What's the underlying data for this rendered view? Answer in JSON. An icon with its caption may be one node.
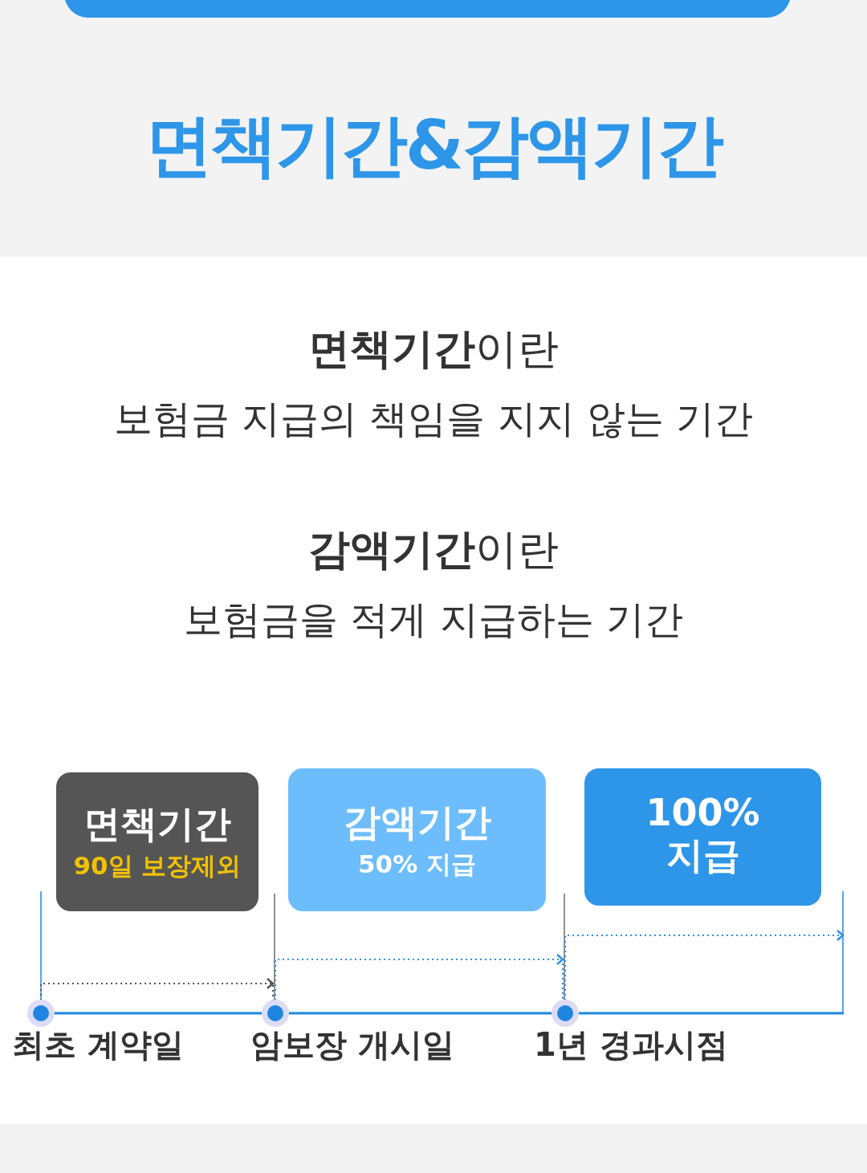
{
  "diagram": {
    "title": "면책기간&감액기간",
    "nodes": [
      {
        "text": [
          "면책기간",
          "90일 보장제외"
        ]
      },
      {
        "text": [
          "감액기간",
          "50% 지급"
        ]
      },
      {
        "text": [
          "100% 지급"
        ]
      },
      {
        "text": [],
        "shape": "circle",
        "beside": [
          "최초 계약일"
        ]
      },
      {
        "text": [],
        "shape": "circle",
        "beside": [
          "암보장 개시일"
        ]
      },
      {
        "text": [],
        "shape": "circle",
        "beside": [
          "1년 경과시점"
        ]
      }
    ],
    "edges": [
      {
        "from": 3,
        "to": 4,
        "arrow": "to",
        "color": "#555555"
      },
      {
        "from": 4,
        "to": 5,
        "arrow": "to"
      },
      {
        "from": 5,
        "to": null,
        "arrow": "to"
      }
    ],
    "labels": [
      "**면책기간**이란",
      "보험금 지급의 책임을 지지 않는 기간",
      "**감액기간**이란",
      "보험금을 적게 지급하는 기간"
    ]
  }
}
